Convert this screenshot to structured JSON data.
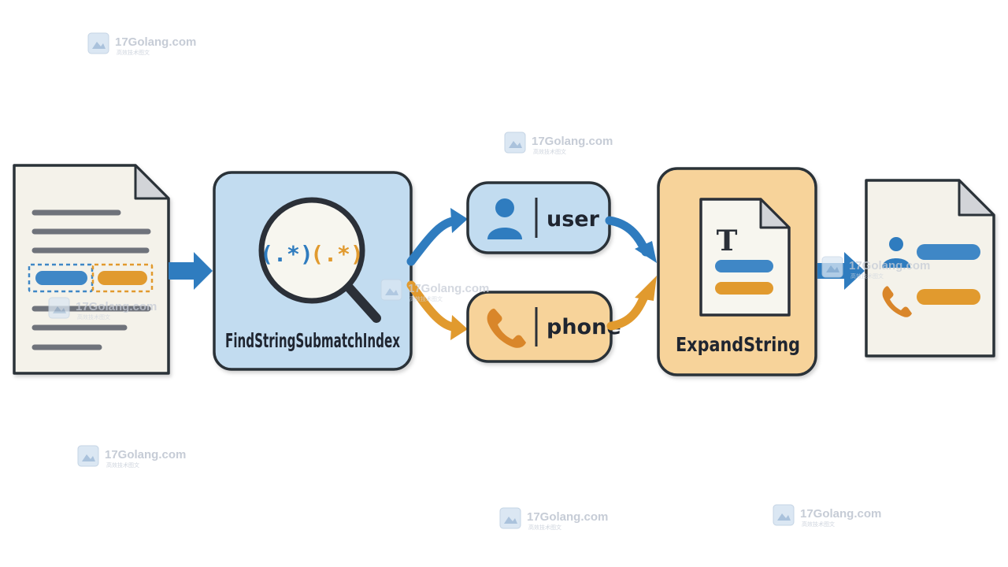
{
  "diagram": {
    "function_find": "FindStringSubmatchIndex",
    "regex_group_1": "(.*)",
    "regex_group_2": "(.*)",
    "pill_user": "user",
    "pill_phone": "phone",
    "function_expand": "ExpandString",
    "template_glyph": "T"
  },
  "watermark": {
    "text": "17Golang.com",
    "subtext": "高效技术图文",
    "icon": "image-badge-icon"
  },
  "colors": {
    "blue": "#3f87c6",
    "blue_fill": "#c2dcf0",
    "orange": "#e19a2e",
    "orange_fill": "#f7d39a",
    "paper": "#f4f2ea",
    "outline": "#2b3038",
    "gray_line": "#6f737b"
  },
  "icons": [
    "document-icon",
    "magnifier-icon",
    "user-icon",
    "phone-icon",
    "template-icon",
    "output-document-icon",
    "arrow-icon"
  ]
}
